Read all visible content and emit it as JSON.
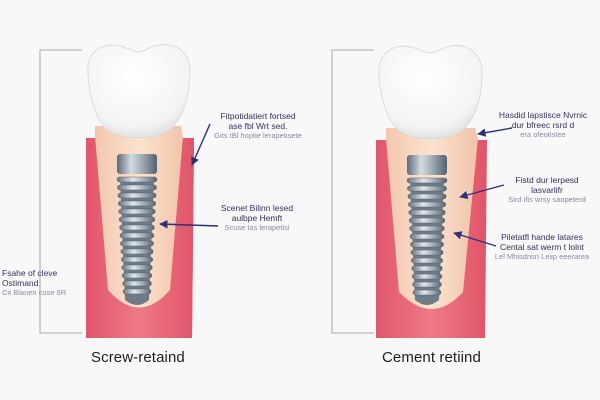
{
  "colors": {
    "background": "#f8f8f8",
    "gum": "#e8616e",
    "bone": "#f6d4ba",
    "crown": "#ffffff",
    "implant": "#9aa6b2",
    "arrow": "#2f2f7a"
  },
  "panels": [
    {
      "caption": "Screw-retaind",
      "labels": [
        {
          "lines": [
            "Fitpotidatiert fortsed",
            "ase fbl Wrt sed."
          ],
          "sub": "Gits tBl hoptie lerapetisete"
        },
        {
          "lines": [
            "Scenet Bilinn lesed",
            "aulbpe Hemft"
          ],
          "sub": "Scuse tas lerapetisi"
        },
        {
          "lines": [
            "Fsahe of cleve",
            "Ostimand"
          ],
          "sub": "Cit Blanen cose 6R"
        }
      ]
    },
    {
      "caption": "Cement retiind",
      "labels": [
        {
          "lines": [
            "Hasdid lapstisce Nvrnic",
            "dur bfreec rsrd d"
          ],
          "sub": "era ofeotistee"
        },
        {
          "lines": [
            "Fistd dur lerpesd",
            "lasvarlifr"
          ],
          "sub": "Sird ifis wrsy saopeterd"
        },
        {
          "lines": [
            "Piletatfl hande latares",
            "Cental sat werm t lolnt"
          ],
          "sub": "Lel Mhisdnsn Leiip eeerarea"
        }
      ]
    }
  ]
}
